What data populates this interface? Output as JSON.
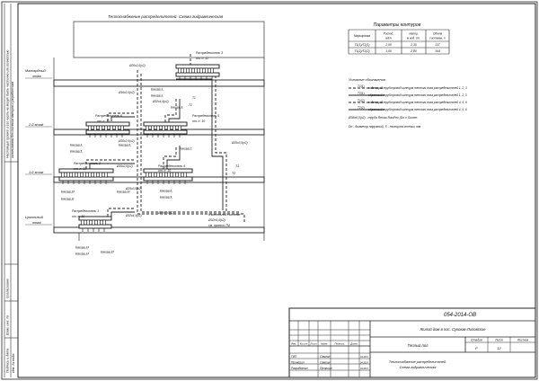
{
  "drawing_title": "Теплоснабжение распределителей. Схема гидравлическая",
  "floors": {
    "attic": [
      "Мансардный",
      "этаж"
    ],
    "floor2": "2-й этаж",
    "floor1": "1-й этаж",
    "base": [
      "Цокольный",
      "этаж"
    ]
  },
  "params": {
    "title": "Параметры контуров",
    "headers": [
      [
        "Маркировка"
      ],
      [
        "Расход,",
        "м3/ч"
      ],
      [
        "Напор,",
        "м вод. ст."
      ],
      [
        "Объем",
        "системы, л"
      ]
    ],
    "rows": [
      [
        "Т1(1)/Т2(1)",
        "2,00",
        "2,30",
        "137"
      ],
      [
        "Т1(2)/Т2(2)",
        "1,50",
        "2,80",
        "164"
      ]
    ]
  },
  "legend": {
    "title": "Условные обозначения",
    "items": [
      {
        "code": "Т1(1)",
        "text": "подающий трубопровод контура теплого пола распределителей 1, 2, 3"
      },
      {
        "code": "Т2(1)",
        "text": "обратный трубопровод контура теплого пола распределителей 1, 2, 3"
      },
      {
        "code": "Т1(2)",
        "text": "подающий трубопровод контура теплого пола распределителей 4, 5, 6"
      },
      {
        "code": "Т2(2)",
        "text": "обратный трубопровод контура теплого пола распределителей 4, 5, 6"
      }
    ],
    "note1": "Ø36х6,0(х2) - труба Rehau RauPex (Dн х Sстен.",
    "note2": "Dн - диаметр наружный, S - толщина стенки, мм"
  },
  "manifolds": [
    {
      "name": "Распределитель 3",
      "mark": "от. п. 11"
    },
    {
      "name": "Распределитель 6",
      "mark": "от. п. 11"
    },
    {
      "name": "Распределитель 5",
      "mark": "от. п. 10"
    },
    {
      "name": "Распределитель 2",
      "mark": "от. п. 10"
    },
    {
      "name": "Распределитель 4",
      "mark": "от. п. 10"
    },
    {
      "name": "Распределитель 1",
      "mark": "от. п. 10"
    }
  ],
  "pipe_labels": [
    "Ø20х2,0(х2)",
    "Ø16х2,0(х2)",
    "Ø32х4,4(х2)",
    "Ø25х3,5(х2)",
    "Ø20х2,0(х2)",
    "Ø16х2,0(х2)",
    "Ø25х3,5(х2)",
    "Ø20х2,0(х2)",
    "Ø32х4,4(х2)"
  ],
  "riser_labels": [
    "Т1",
    "Т2",
    "Т1",
    "Т2"
  ],
  "heat_source": [
    "К котельной системе",
    "Ø32х4,4(х2)",
    "см. проект ТМ"
  ],
  "loop_labels": [
    "Контур 1",
    "Контур 2",
    "Контур 3",
    "Контур 4",
    "Контур 5",
    "Контур 6",
    "Контур 7",
    "Контур 8",
    "Контур 9",
    "Контур 10",
    "Контур 11",
    "Контур 12",
    "Контур 13",
    "Контур 14",
    "Контур 15"
  ],
  "side_labels": [
    "Инв. № подл.",
    "Подпись и дата",
    "Взам. инв. №",
    "Согласовано"
  ],
  "side_note": [
    "Настоящий проект и его часть не могут быть частично или полностью",
    "использованы без согласия авторов и разработчика"
  ],
  "stamp": {
    "code": "054-2014-ОВ",
    "object": "Жилой дом в пос. Сукоюм-Липовское",
    "section": "Теплый пол",
    "sheet_title": [
      "Теплоснабжение распределителей.",
      "Схема гидравлическая"
    ],
    "col_headers": [
      "Изм.",
      "Кол.уч",
      "Лист",
      "№док.",
      "Подпись",
      "Дата"
    ],
    "stage_headers": [
      "Стадия",
      "Лист",
      "Листов"
    ],
    "stage": "Р",
    "sheet": "12",
    "sheets": "",
    "roles": [
      "ГИП",
      "Проверил",
      "Разработал"
    ],
    "names": [
      "Самгин",
      "Самгин",
      "Прокшин"
    ],
    "dates": [
      "04.2014",
      "04.2014",
      "04.2014"
    ]
  },
  "colors": {
    "line": "#222222",
    "grid": "#555555",
    "slab": "#ffffff",
    "dash": "#333333"
  }
}
